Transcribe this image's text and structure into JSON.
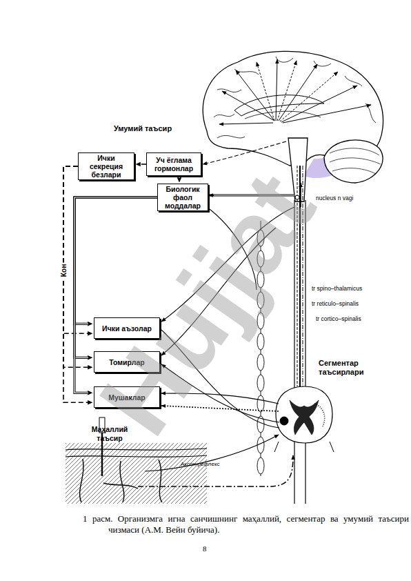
{
  "diagram": {
    "caption": "1 расм. Организмга игна санчишнинг маҳаллий, сегментар ва умумий таъсири чизмаси (А.М. Вейн буйича).",
    "nodes": [
      {
        "text": [
          "Ички секреция безлари"
        ]
      },
      {
        "text": [
          "Уч ёглама гормонлар"
        ]
      },
      {
        "text": [
          "Биологик фаол моддалар"
        ]
      },
      {
        "text": [
          "Ички аъзолар"
        ]
      },
      {
        "text": [
          "Томирлар"
        ]
      },
      {
        "text": [
          "Мушаклар"
        ]
      }
    ],
    "edges": [
      {
        "from": 1,
        "to": 0,
        "arrow": "to"
      },
      {
        "from": 1,
        "to": 2,
        "arrow": "to"
      },
      {
        "from": 0,
        "to": 3,
        "arrow": "to"
      },
      {
        "from": 0,
        "to": 4,
        "arrow": "to",
        "label": "Кон"
      },
      {
        "from": 0,
        "to": 5,
        "arrow": "to"
      },
      {
        "from": 2,
        "to": 3,
        "arrow": "to"
      },
      {
        "from": 2,
        "to": 4,
        "arrow": "to"
      },
      {
        "from": 2,
        "to": 5,
        "arrow": "to"
      }
    ],
    "labels": [
      "Умумий таъсир",
      "nucleus n vagi",
      "tr spino–thalamicus",
      "tr reticulo–spinalis",
      "tr cortico–spinalis",
      "Сегментар таъсирлари",
      "Маҳаллий таъсир",
      "Аксон-рефлекс",
      "Hujjat",
      "8"
    ]
  }
}
